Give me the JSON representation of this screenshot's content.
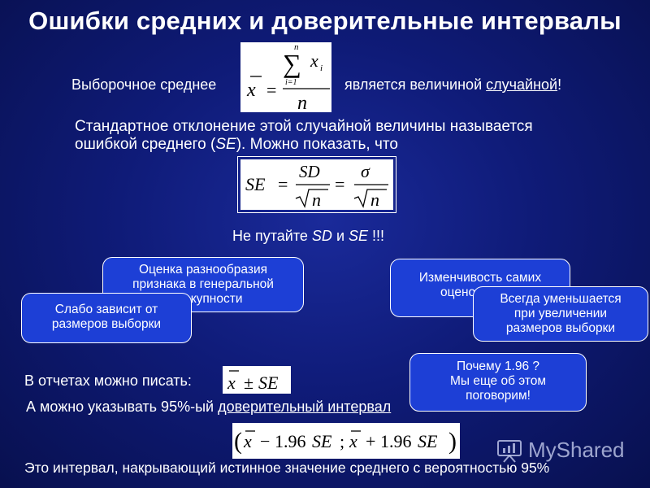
{
  "title": "Ошибки средних и доверительные интервалы",
  "mean_line": {
    "label": "Выборочное среднее",
    "suffix_before": "является величиной ",
    "suffix_link": "случайной",
    "suffix_end": "!"
  },
  "mean_formula": {
    "lhs": "x",
    "eq": "=",
    "sum_top": "n",
    "sum_bottom": "i=1",
    "numer": "x",
    "sub": "i",
    "denom": "n"
  },
  "se_intro": {
    "line1": "Стандартное отклонение этой случайной величины называется",
    "line2_before": "ошибкой среднего (",
    "line2_em": "SE",
    "line2_after": "). Можно показать, что"
  },
  "se_formula": {
    "se": "SE",
    "eq": "=",
    "sd": "SD",
    "sigma": "σ",
    "n": "n"
  },
  "warning": {
    "before": "Не путайте ",
    "sd": "SD",
    "mid": " и ",
    "se": "SE",
    "after": " !!!"
  },
  "callouts": {
    "sd_meaning": {
      "l1": "Оценка разнообразия",
      "l2": "признака в генеральной",
      "l3": "совокупности"
    },
    "sd_sample": {
      "l1": "Слабо зависит от",
      "l2": "размеров выборки"
    },
    "se_meaning": {
      "l1": "Изменчивость самих",
      "l2": "оценок"
    },
    "se_sample": {
      "l1": "Всегда уменьшается",
      "l2": "при увеличении",
      "l3": "размеров выборки"
    },
    "why": {
      "l1": "Почему 1.96 ?",
      "l2": "Мы еще об этом",
      "l3": "поговорим!"
    }
  },
  "report": {
    "line": "В отчетах можно писать:"
  },
  "pm_formula": {
    "x": "x",
    "pm": "±",
    "se": "SE"
  },
  "ci_line": {
    "before": "А можно указывать 95%-ый ",
    "link": "доверительный интервал"
  },
  "ci_formula": {
    "open": "(",
    "x1": "x",
    "minus": "−",
    "coef": "1.96",
    "se": "SE",
    "sep": ";",
    "x2": "x",
    "plus": "+",
    "close": ")"
  },
  "conclusion": "Это интервал, накрывающий истинное значение среднего с вероятностью 95%",
  "watermark": "MyShared"
}
